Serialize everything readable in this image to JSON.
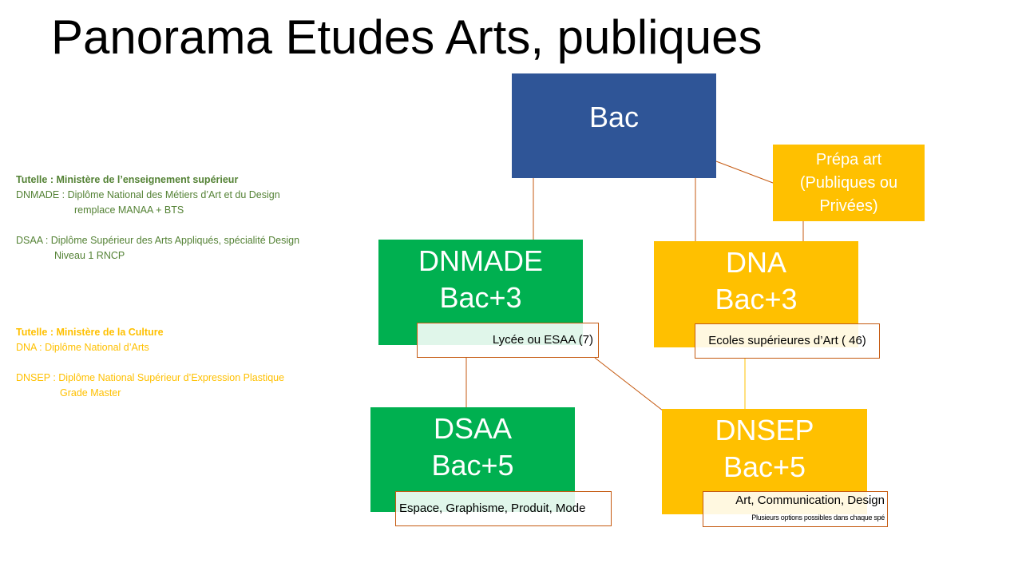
{
  "title": "Panorama Etudes Arts, publiques",
  "notes": {
    "higher_ed": {
      "heading": "Tutelle : Ministère de l’enseignement supérieur",
      "dnmade_line1": "DNMADE : Diplôme National des Métiers d’Art et du Design",
      "dnmade_line2": "remplace MANAA + BTS",
      "dsaa_line1": "DSAA : Diplôme Supérieur des Arts Appliqués, spécialité Design",
      "dsaa_line2": "Niveau 1 RNCP"
    },
    "culture": {
      "heading": "Tutelle : Ministère de la Culture",
      "dna_line": "DNA : Diplôme National d’Arts",
      "dnsep_line1": "DNSEP : Diplôme National Supérieur d’Expression Plastique",
      "dnsep_line2": "Grade Master"
    }
  },
  "diagram": {
    "bac": "Bac",
    "prepa": {
      "line1": "Prépa art",
      "line2": "(Publiques ou",
      "line3": "Privées)"
    },
    "dnmade": {
      "name": "DNMADE",
      "level": "Bac+3",
      "label": "Lycée ou ESAA (7)"
    },
    "dna": {
      "name": "DNA",
      "level": "Bac+3",
      "label": "Ecoles supérieures d’Art ( 46)"
    },
    "dsaa": {
      "name": "DSAA",
      "level": "Bac+5",
      "label": "Espace, Graphisme, Produit, Mode"
    },
    "dnsep": {
      "name": "DNSEP",
      "level": "Bac+5",
      "label": "Art, Communication, Design",
      "sublabel": "Plusieurs options possibles dans chaque spé"
    }
  },
  "colors": {
    "blue": "#2F5597",
    "green": "#00B050",
    "gold": "#FFC000",
    "connector": "#C55A11"
  }
}
